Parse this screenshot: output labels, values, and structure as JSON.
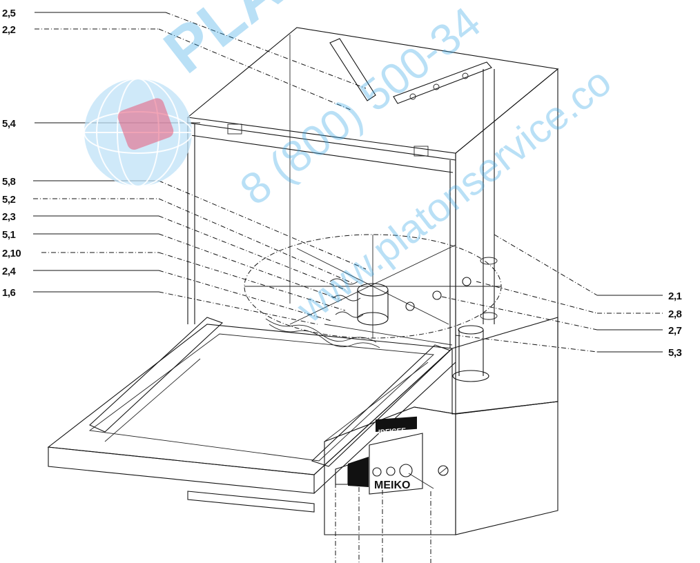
{
  "colors": {
    "line": "#111111",
    "background": "#ffffff",
    "watermark": "#3aa7e6",
    "globe_red": "#e85a7a"
  },
  "icons": [
    "globe-logo-icon",
    "knob-icon",
    "screw-icon"
  ],
  "watermark": {
    "brand": "PLATO",
    "phone": "8 (800) 500-34",
    "site": "www.platonservice.co"
  },
  "panel": {
    "display": "IDFIGEE",
    "brand": "MEIKO"
  },
  "labels_left": [
    "2,5",
    "2,2",
    "5,4",
    "5,8",
    "5,2",
    "2,3",
    "5,1",
    "2,10",
    "2,4",
    "1,6"
  ],
  "labels_right": [
    "2,1",
    "2,8",
    "2,7",
    "5,3"
  ]
}
